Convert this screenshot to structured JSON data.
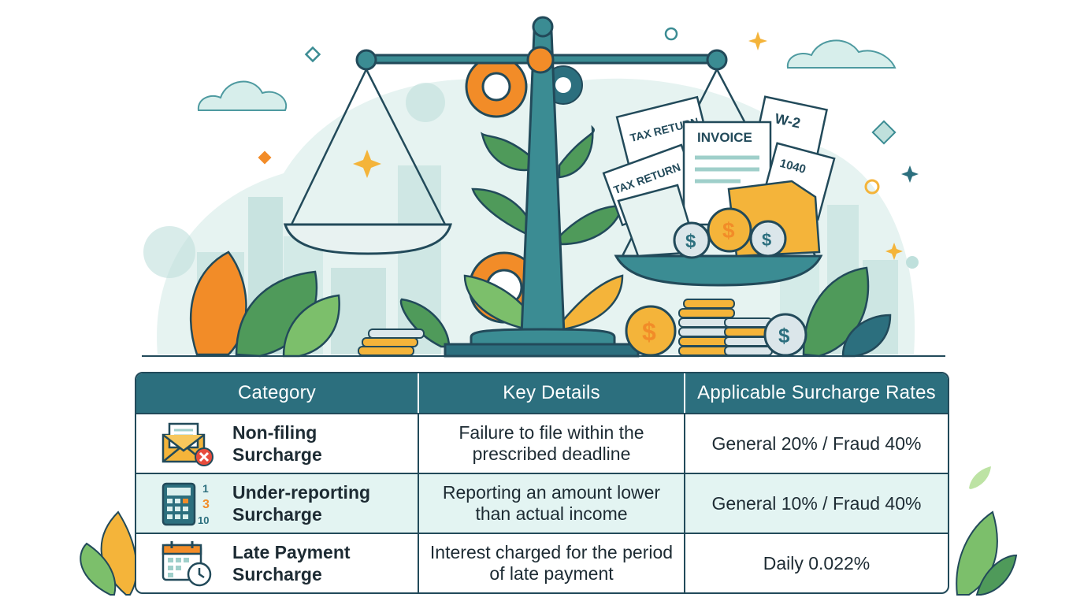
{
  "illustration": {
    "doc_labels": [
      "TAX RETURN",
      "TAX RETURN",
      "INVOICE",
      "W-2",
      "1040"
    ],
    "coin_symbol": "$",
    "calc_digits": [
      "1",
      "3",
      "10"
    ]
  },
  "table": {
    "headers": [
      "Category",
      "Key Details",
      "Applicable Surcharge Rates"
    ],
    "rows": [
      {
        "icon": "envelope-error-icon",
        "category": "Non-filing Surcharge",
        "details": "Failure to file within the prescribed deadline",
        "rate": "General 20% / Fraud 40%"
      },
      {
        "icon": "calculator-icon",
        "category": "Under-reporting Surcharge",
        "details": "Reporting an amount lower than actual income",
        "rate": "General 10% / Fraud 40%"
      },
      {
        "icon": "calendar-clock-icon",
        "category": "Late Payment Surcharge",
        "details": "Interest charged for the period of late payment",
        "rate": "Daily 0.022%"
      }
    ]
  },
  "colors": {
    "header_bg": "#2c6f7e",
    "border": "#224a5a",
    "alt_row": "#e3f4f2",
    "teal": "#3b8c93",
    "orange": "#f28c28",
    "gold": "#f4b43a",
    "leaf_green": "#4f9a5a"
  }
}
